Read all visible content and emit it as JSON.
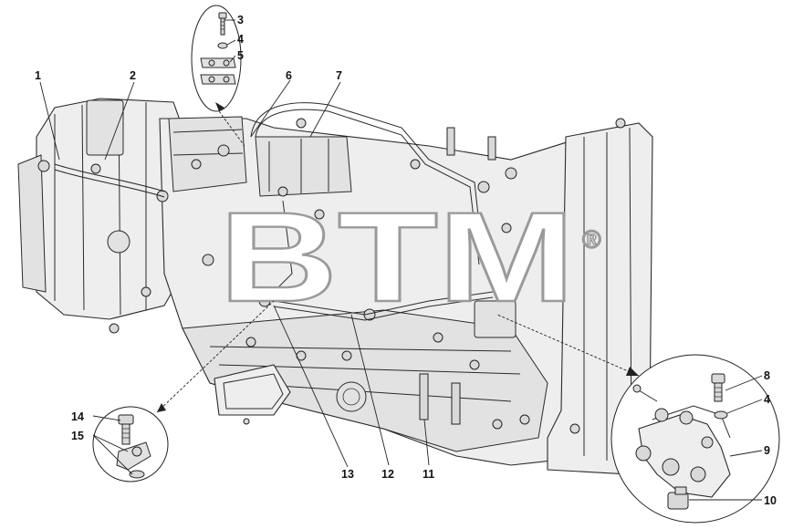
{
  "watermark": {
    "text": "BTM",
    "registered_mark": "®"
  },
  "callouts": [
    "1",
    "2",
    "3",
    "4",
    "5",
    "6",
    "7",
    "8",
    "9",
    "10",
    "11",
    "12",
    "13",
    "14",
    "15"
  ],
  "labels": {
    "n1": "1",
    "n2": "2",
    "n3": "3",
    "n4_top": "4",
    "n5": "5",
    "n6": "6",
    "n7": "7",
    "n8": "8",
    "n4_right": "4",
    "n9": "9",
    "n10": "10",
    "n11": "11",
    "n12": "12",
    "n13": "13",
    "n14": "14",
    "n15": "15"
  },
  "colors": {
    "line": "#2a2a2a",
    "fill": "#eeeeee",
    "watermark_stroke": "#9a9a9a"
  }
}
